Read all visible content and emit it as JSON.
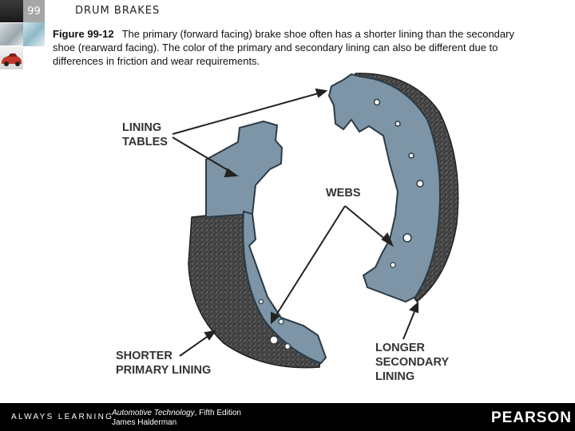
{
  "header": {
    "chapter_number": "99",
    "chapter_title": "DRUM BRAKES"
  },
  "caption": {
    "figure_label": "Figure 99-12",
    "text": "The primary (forward facing) brake shoe often has a shorter lining than the secondary shoe (rearward facing). The color of the primary and secondary lining can also be different due to differences in friction and wear requirements."
  },
  "labels": {
    "lining_tables": "LINING\nTABLES",
    "webs": "WEBS",
    "shorter_primary": "SHORTER\nPRIMARY LINING",
    "longer_secondary": "LONGER\nSECONDARY\nLINING"
  },
  "footer": {
    "tagline": "ALWAYS LEARNING",
    "book_title": "Automotive Technology",
    "edition": ", Fifth Edition",
    "author": "James Halderman",
    "publisher": "PEARSON"
  },
  "colors": {
    "shoe_metal": "#7d95a6",
    "lining": "#3a3a3a",
    "footer_bg": "#000000"
  }
}
